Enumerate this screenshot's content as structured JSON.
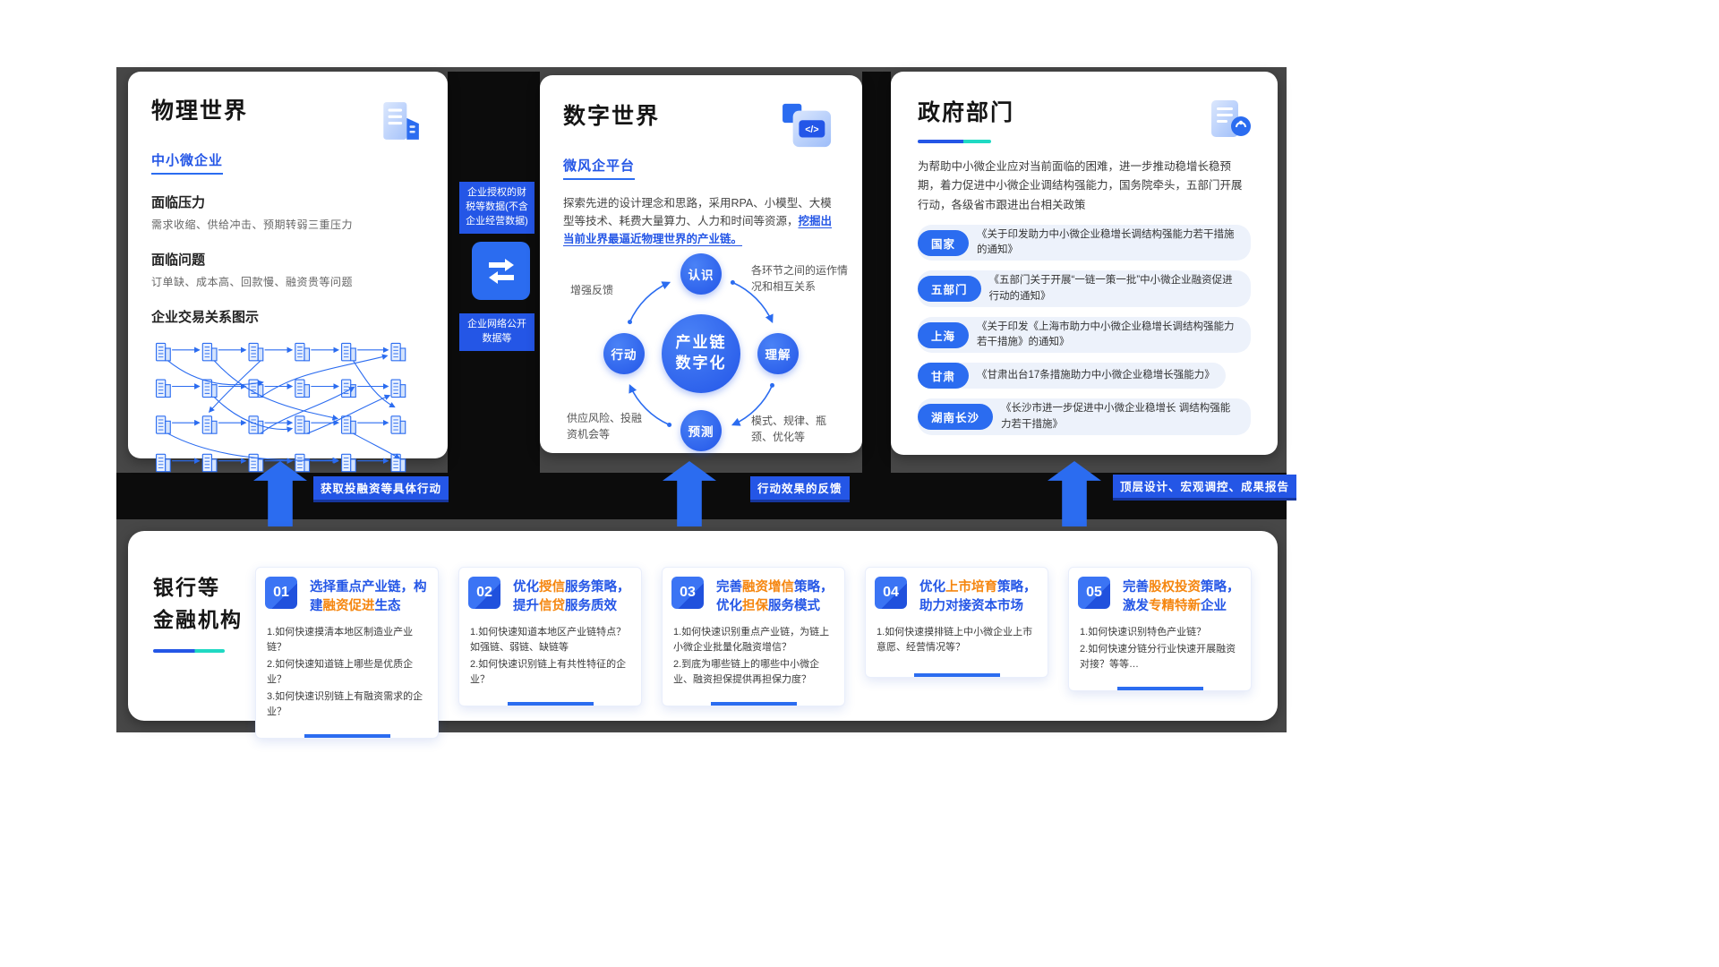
{
  "physical": {
    "title": "物理世界",
    "subtitle": "中小微企业",
    "pressure_heading": "面临压力",
    "pressure_body": "需求收缩、供给冲击、预期转弱三重压力",
    "problem_heading": "面临问题",
    "problem_body": "订单缺、成本高、回款慢、融资贵等问题",
    "diagram_heading": "企业交易关系图示"
  },
  "digital": {
    "title": "数字世界",
    "subtitle": "微风企平台",
    "intro_segments": [
      {
        "text": "探索先进的设计理念和思路，采用RPA、小模型、大模型等技术、耗费大量算力、人力和时间等资源，"
      },
      {
        "text": "挖掘出当前业界最逼近物理世界的产业链。",
        "hl": true
      }
    ],
    "cycle": {
      "center_line1": "产业链",
      "center_line2": "数字化",
      "node_top": "认识",
      "node_right": "理解",
      "node_bottom": "预测",
      "node_left": "行动",
      "label_top_left": "增强反馈",
      "label_top_right": "各环节之间的运作情况和相互关系",
      "label_bottom_right": "模式、规律、瓶颈、优化等",
      "label_bottom_left": "供应风险、投融资机会等"
    }
  },
  "government": {
    "title": "政府部门",
    "intro": "为帮助中小微企业应对当前面临的困难，进一步推动稳增长稳预期，着力促进中小微企业调结构强能力，国务院牵头，五部门开展行动，各级省市跟进出台相关政策",
    "policies": [
      {
        "tag": "国家",
        "text": "《关于印发助力中小微企业稳增长调结构强能力若干措施的通知》"
      },
      {
        "tag": "五部门",
        "text": "《五部门关于开展“一链一策一批”中小微企业融资促进行动的通知》"
      },
      {
        "tag": "上海",
        "text": "《关于印发《上海市助力中小微企业稳增长调结构强能力若干措施》的通知》"
      },
      {
        "tag": "甘肃",
        "text": "《甘肃出台17条措施助力中小微企业稳增长强能力》"
      },
      {
        "tag": "湖南长沙",
        "text": "《长沙市进一步促进中小微企业稳增长 调结构强能力若干措施》"
      }
    ]
  },
  "connectors": {
    "data_box1": "企业授权的财税等数据(不含企业经营数据)",
    "data_box2": "企业网络公开数据等",
    "flow1": "获取投融资等具体行动",
    "flow2": "行动效果的反馈",
    "flow3": "顶层设计、宏观调控、成果报告"
  },
  "bank": {
    "title_line1": "银行等",
    "title_line2": "金融机构",
    "cards": [
      {
        "num": "01",
        "title_segments": [
          {
            "text": "选择重点产业链，构建"
          },
          {
            "text": "融资促进",
            "hl": true
          },
          {
            "text": "生态"
          }
        ],
        "questions": [
          "1.如何快速摸清本地区制造业产业链？",
          "2.如何快速知道链上哪些是优质企业？",
          "3.如何快速识别链上有融资需求的企业？"
        ]
      },
      {
        "num": "02",
        "title_segments": [
          {
            "text": "优化"
          },
          {
            "text": "授信",
            "hl": true
          },
          {
            "text": "服务策略，提升"
          },
          {
            "text": "信贷",
            "hl": true
          },
          {
            "text": "服务质效"
          }
        ],
        "questions": [
          "1.如何快速知道本地区产业链特点？如强链、弱链、缺链等",
          "2.如何快速识别链上有共性特征的企业？"
        ]
      },
      {
        "num": "03",
        "title_segments": [
          {
            "text": "完善"
          },
          {
            "text": "融资增信",
            "hl": true
          },
          {
            "text": "策略，优化"
          },
          {
            "text": "担保",
            "hl": true
          },
          {
            "text": "服务模式"
          }
        ],
        "questions": [
          "1.如何快速识别重点产业链，为链上小微企业批量化融资增信？",
          "2.到底为哪些链上的哪些中小微企业、融资担保提供再担保力度？"
        ]
      },
      {
        "num": "04",
        "title_segments": [
          {
            "text": "优化"
          },
          {
            "text": "上市培育",
            "hl": true
          },
          {
            "text": "策略，助力对接资本市场"
          }
        ],
        "questions": [
          "1.如何快速摸排链上中小微企业上市意愿、经营情况等？"
        ]
      },
      {
        "num": "05",
        "title_segments": [
          {
            "text": "完善"
          },
          {
            "text": "股权投资",
            "hl": true
          },
          {
            "text": "策略，激发"
          },
          {
            "text": "专精特新",
            "hl": true
          },
          {
            "text": "企业"
          }
        ],
        "questions": [
          "1.如何快速识别特色产业链？",
          "2.如何快速分链分行业快速开展融资对接？等等…"
        ]
      }
    ]
  }
}
